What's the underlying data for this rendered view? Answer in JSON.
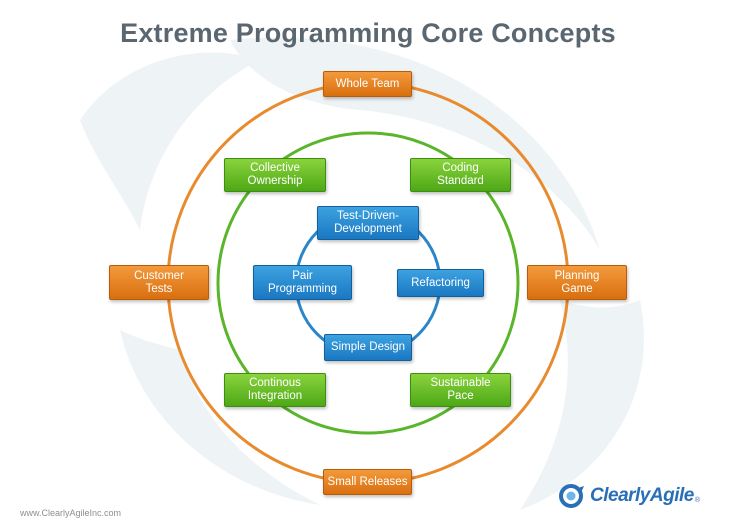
{
  "title": "Extreme Programming Core Concepts",
  "colors": {
    "outer_ring": "#e88a2e",
    "middle_ring": "#5ab52a",
    "inner_ring": "#2a86c9",
    "title": "#5b6770"
  },
  "outer": {
    "whole_team": "Whole Team",
    "customer_tests": "Customer\nTests",
    "planning_game": "Planning\nGame",
    "small_releases": "Small Releases"
  },
  "middle": {
    "collective_ownership": "Collective\nOwnership",
    "coding_standard": "Coding\nStandard",
    "continous_integration": "Continous\nIntegration",
    "sustainable_pace": "Sustainable\nPace"
  },
  "inner": {
    "test_driven_development": "Test-Driven-\nDevelopment",
    "pair_programming": "Pair\nProgramming",
    "refactoring": "Refactoring",
    "simple_design": "Simple Design"
  },
  "footer": {
    "url": "www.ClearlyAgileInc.com",
    "logo_text": "ClearlyAgile",
    "logo_reg": "®",
    "logo_icon": "clearlyagile-swirl-icon"
  }
}
